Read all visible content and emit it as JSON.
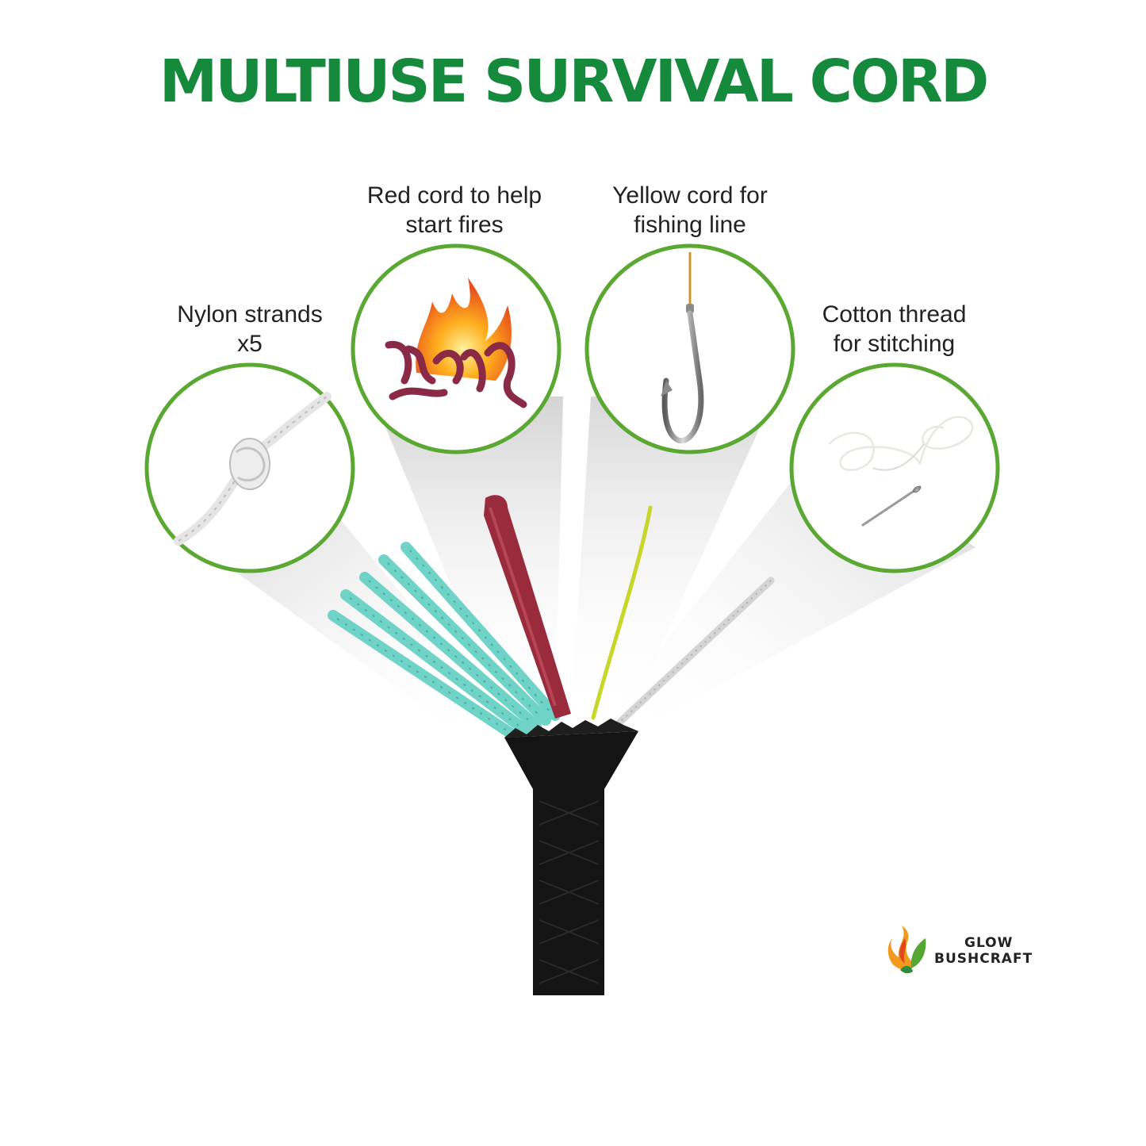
{
  "title": "MULTIUSE SURVIVAL CORD",
  "callouts": [
    {
      "id": "nylon",
      "lines": [
        "Nylon strands",
        "x5"
      ],
      "icon": "knotted-rope-icon"
    },
    {
      "id": "red",
      "lines": [
        "Red cord to help",
        "start fires"
      ],
      "icon": "fire-icon"
    },
    {
      "id": "yellow",
      "lines": [
        "Yellow cord for",
        "fishing line"
      ],
      "icon": "fish-hook-icon"
    },
    {
      "id": "cotton",
      "lines": [
        "Cotton thread",
        "for stitching"
      ],
      "icon": "needle-thread-icon"
    }
  ],
  "brand": {
    "line1": "GLOW",
    "line2": "BUSHCRAFT"
  },
  "colors": {
    "title": "#168a3c",
    "circle_border": "#5aa832",
    "nylon": "#6fd3c7",
    "red_cord": "#9a2b3d",
    "yellow_cord": "#c8d62a",
    "cotton": "#d4d4d4",
    "sheath": "#141414"
  }
}
